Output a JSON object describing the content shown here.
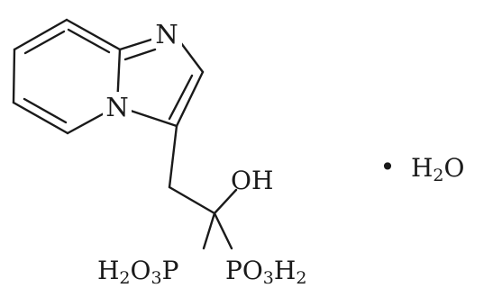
{
  "molecule": {
    "ring_n_top": "N",
    "ring_n_bridge": "N",
    "hydroxyl": "OH",
    "left_group": {
      "p1": "H",
      "p1_sub": "2",
      "p2": "O",
      "p2_sub": "3",
      "p3": "P"
    },
    "right_group": {
      "p1": "PO",
      "p1_sub": "3",
      "p2": "H",
      "p2_sub": "2"
    }
  },
  "hydrate": {
    "dot": "•",
    "formula": {
      "p1": "H",
      "p1_sub": "2",
      "p2": "O"
    }
  }
}
